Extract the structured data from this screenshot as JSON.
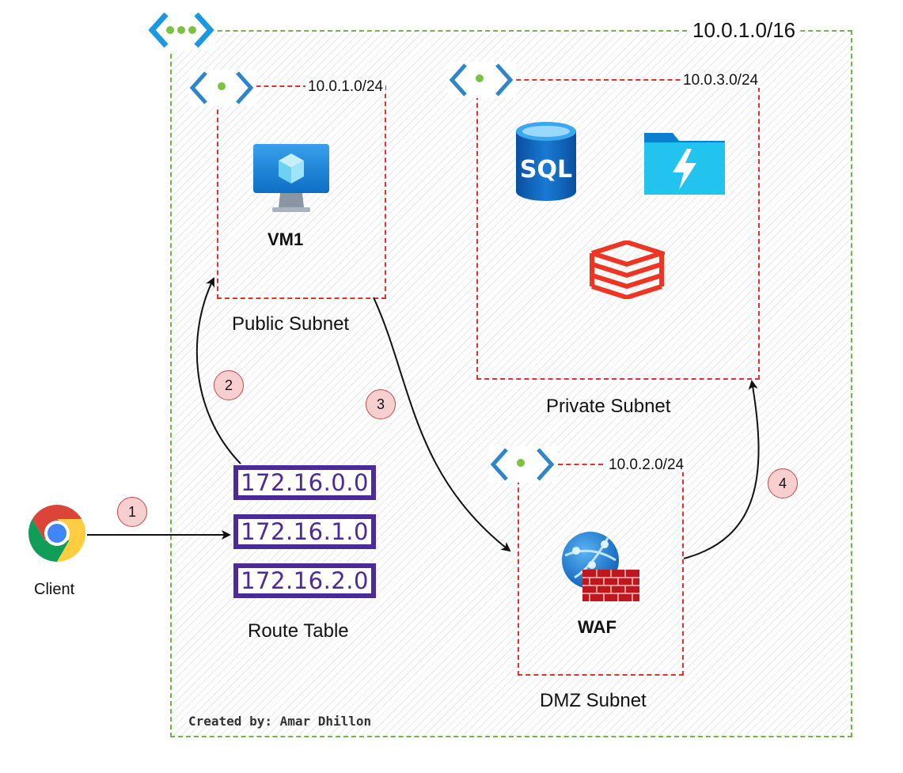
{
  "vnet": {
    "cidr": "10.0.1.0/16"
  },
  "subnets": {
    "public": {
      "cidr": "10.0.1.0/24",
      "name": "Public Subnet"
    },
    "private": {
      "cidr": "10.0.3.0/24",
      "name": "Private Subnet"
    },
    "dmz": {
      "cidr": "10.0.2.0/24",
      "name": "DMZ Subnet"
    }
  },
  "nodes": {
    "vm": "VM1",
    "waf": "WAF",
    "client": "Client",
    "sql_icon_text": "SQL"
  },
  "route_table": {
    "label": "Route Table",
    "routes": [
      "172.16.0.0",
      "172.16.1.0",
      "172.16.2.0"
    ]
  },
  "steps": [
    "1",
    "2",
    "3",
    "4"
  ],
  "credit": "Created by: Amar Dhillon",
  "colors": {
    "vnet_border": "#6fb54a",
    "subnet_border": "#e0312f",
    "route_table": "#4b2a99",
    "step_fill": "#f8cfcf",
    "azure_blue": "#0078d4"
  },
  "icons": {
    "vnet": "virtual-network-icon",
    "subnet": "subnet-icon",
    "vm": "virtual-machine-icon",
    "sql": "sql-database-icon",
    "files": "azure-files-icon",
    "databricks": "databricks-icon",
    "waf": "web-application-firewall-icon",
    "client": "chrome-browser-icon"
  }
}
